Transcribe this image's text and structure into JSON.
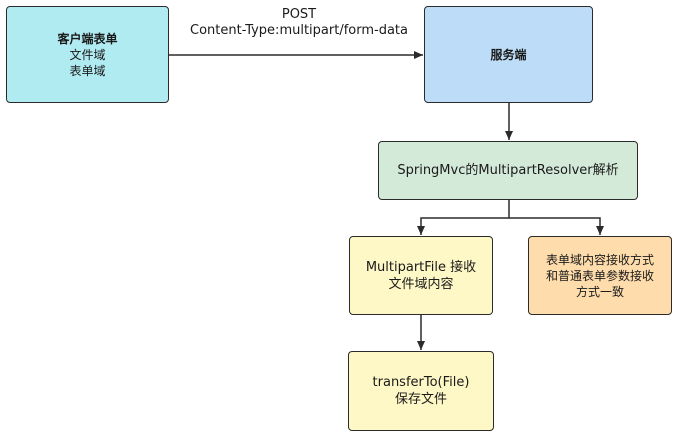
{
  "nodes": {
    "client": {
      "title": "客户端表单",
      "lines": [
        "文件域",
        "表单域"
      ],
      "color": "#b1ebf2"
    },
    "server": {
      "title": "服务端",
      "color": "#bcdcf8"
    },
    "resolver": {
      "label": "SpringMvc的MultipartResolver解析",
      "color": "#d4ead8"
    },
    "multipartfile": {
      "lines": [
        "MultipartFile 接收",
        "文件域内容"
      ],
      "color": "#fef8c6"
    },
    "formfields": {
      "lines": [
        "表单域内容接收方式",
        "和普通表单参数接收",
        "方式一致"
      ],
      "color": "#fedcab"
    },
    "transfer": {
      "lines": [
        "transferTo(File)",
        "保存文件"
      ],
      "color": "#fef8c6"
    }
  },
  "edges": {
    "client_to_server": {
      "label_line1": "POST",
      "label_line2": "Content-Type:multipart/form-data"
    }
  }
}
